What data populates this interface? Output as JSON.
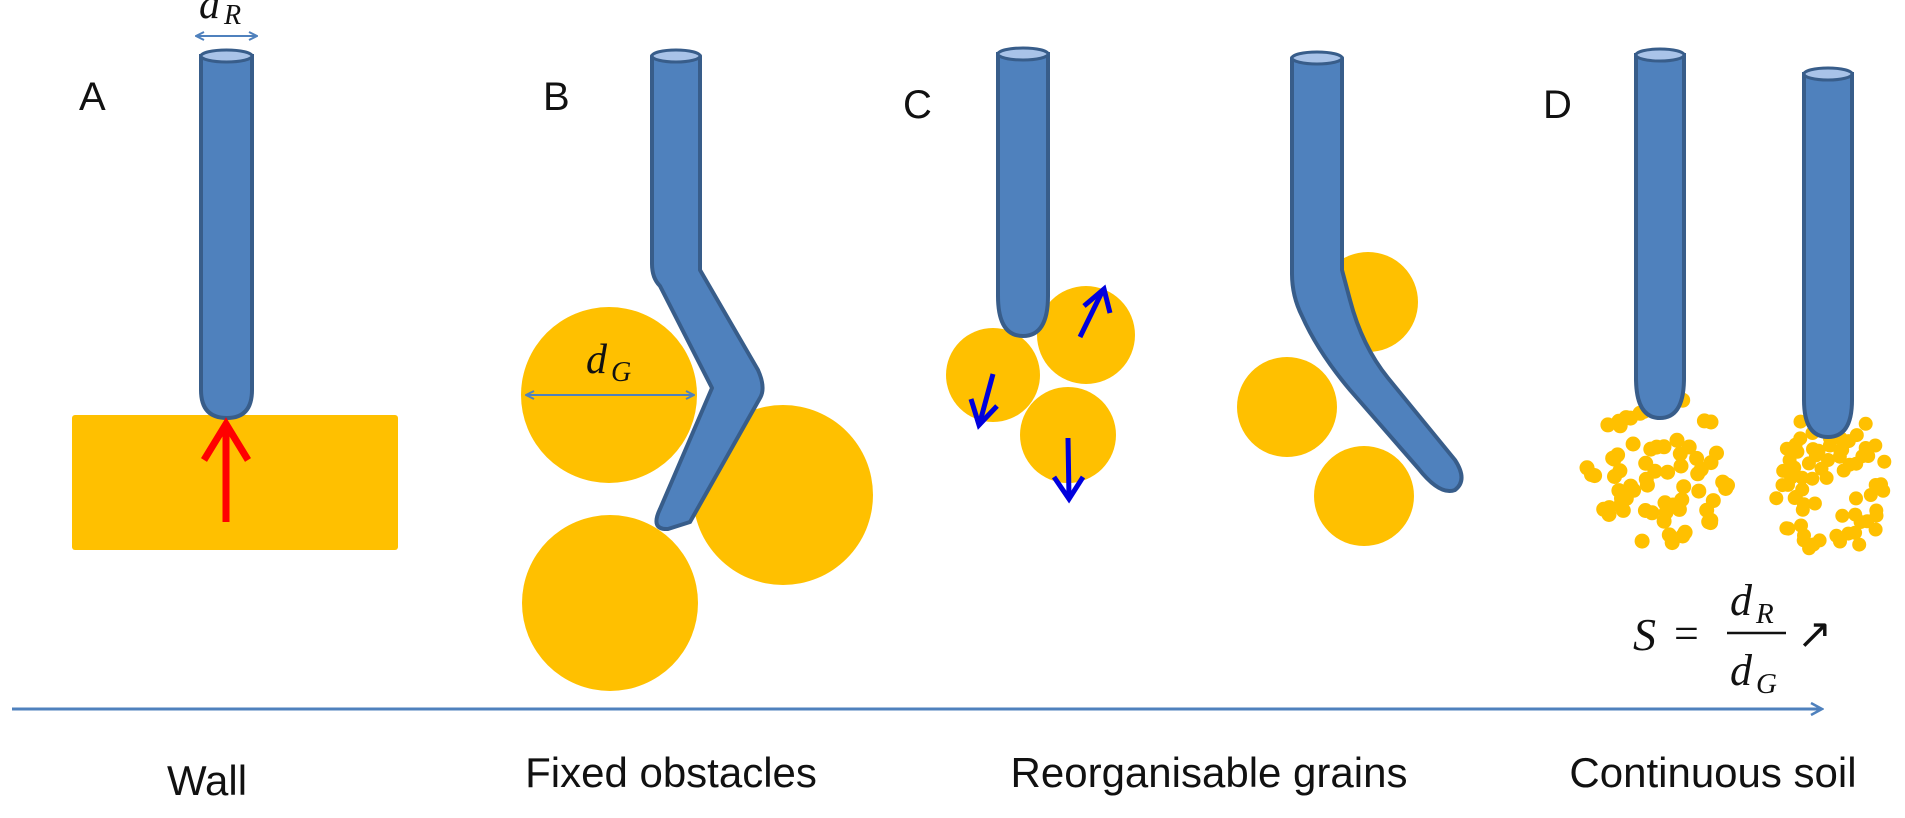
{
  "panels": {
    "A": {
      "letter": "A",
      "caption": "Wall"
    },
    "B": {
      "letter": "B",
      "caption": "Fixed obstacles"
    },
    "C": {
      "letter": "C",
      "caption": "Reorganisable grains"
    },
    "D": {
      "letter": "D",
      "caption": "Continuous soil"
    }
  },
  "symbols": {
    "root_diameter": {
      "var": "d",
      "sub": "R"
    },
    "grain_diameter": {
      "var": "d",
      "sub": "G"
    }
  },
  "formula": {
    "lhs": "S",
    "eq": "=",
    "num_var": "d",
    "num_sub": "R",
    "den_var": "d",
    "den_sub": "G",
    "trend": "↗"
  },
  "colors": {
    "root": "#4f81bd",
    "root_outline": "#385d8a",
    "root_cap": "#a9c3e8",
    "grain": "#ffc000",
    "force_arrow": "#ff0000",
    "motion_arrow": "#0000dd",
    "axis": "#4f81bd"
  }
}
